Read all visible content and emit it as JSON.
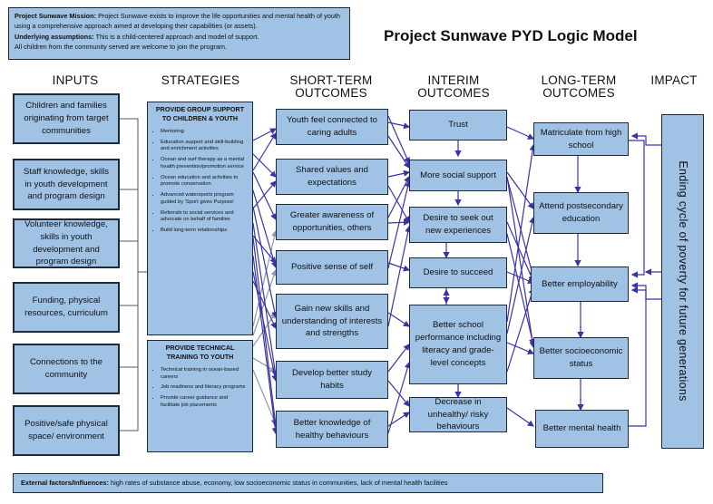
{
  "mission": {
    "mission_label": "Project Sunwave Mission:",
    "mission_text": "Project Sunwave exists to improve the life opportunities and mental health of youth using a comprehensive approach aimed at developing their capabilities (or assets).",
    "assumptions_label": "Underlying assumptions:",
    "assumptions_text": "This is a child-centered approach and model of support.",
    "closing_text": "All children from the community served are welcome to join the program."
  },
  "title": "Project Sunwave PYD Logic Model",
  "headers": {
    "inputs": "INPUTS",
    "strategies": "STRATEGIES",
    "short_term_1": "SHORT-TERM",
    "short_term_2": "OUTCOMES",
    "interim_1": "INTERIM",
    "interim_2": "OUTCOMES",
    "long_term_1": "LONG-TERM",
    "long_term_2": "OUTCOMES",
    "impact": "IMPACT"
  },
  "inputs": [
    "Children and families originating from target communities",
    "Staff knowledge, skills in youth development and program design",
    "Volunteer knowledge, skills in youth development and program design",
    "Funding, physical resources, curriculum",
    "Connections to the community",
    "Positive/safe physical space/ environment"
  ],
  "strategies": {
    "group_support": {
      "heading": "PROVIDE GROUP SUPPORT TO CHILDREN & YOUTH",
      "items": [
        "Mentoring",
        "Education support and skill-building and enrichment activities",
        "Ocean and surf therapy as a mental health prevention/promotion service",
        "Ocean education and activities to promote conservation",
        "Advanced watersports program guided by 'Sport gives Purpose'",
        "Referrals to social services and advocate on behalf of families",
        "Build long-term relationships"
      ]
    },
    "technical_training": {
      "heading": "PROVIDE TECHNICAL TRAINING TO YOUTH",
      "items": [
        "Technical training in ocean-based careers",
        "Job readiness and literacy programs",
        "Provide career guidance and facilitate job placements"
      ]
    }
  },
  "short_term": [
    "Youth feel connected to caring adults",
    "Shared values and expectations",
    "Greater awareness of opportunities, others",
    "Positive sense of self",
    "Gain new skills and understanding of interests and strengths",
    "Develop better study habits",
    "Better knowledge of healthy behaviours"
  ],
  "interim": [
    "Trust",
    "More social support",
    "Desire to seek out new experiences",
    "Desire to succeed",
    "Better school performance including literacy and grade-level concepts",
    "Decrease in unhealthy/ risky behaviours"
  ],
  "long_term": [
    "Matriculate from high school",
    "Attend postsecondary education",
    "Better employability",
    "Better socioeconomic status",
    "Better mental health"
  ],
  "impact": "Ending cycle of poverty for future generations",
  "external": {
    "label": "External factors/Influences:",
    "text": "high rates of substance abuse, economy, low socioeconomic status in communities, lack of mental health facilities"
  },
  "colors": {
    "box_fill": "#9fc2e5",
    "box_border": "#1e2a3a",
    "arrow": "#3a33a8",
    "bracket_arrow": "#8c99a8"
  }
}
